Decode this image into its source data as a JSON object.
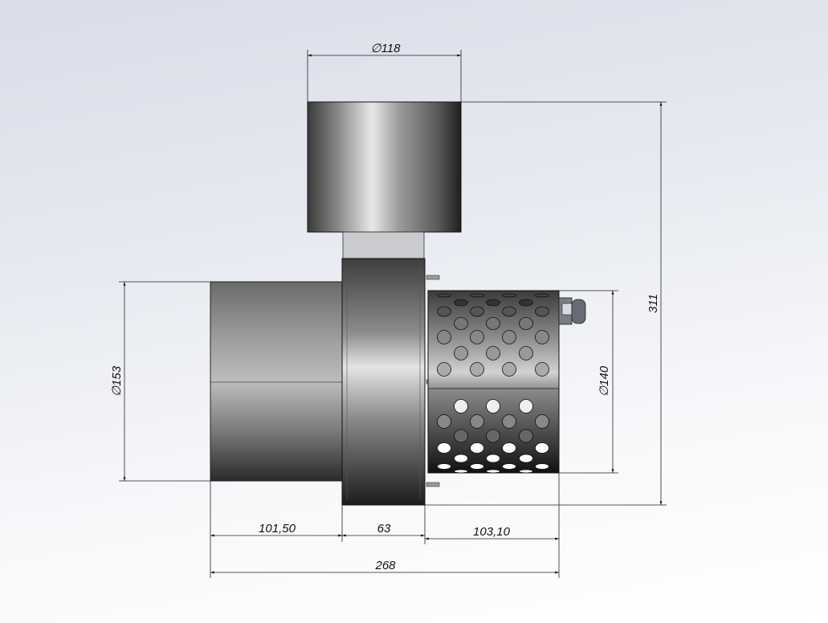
{
  "drawing": {
    "dimensions": {
      "top_diameter": "∅118",
      "total_height": "311",
      "left_diameter": "∅153",
      "right_diameter": "∅140",
      "left_length": "101,50",
      "middle_length": "63",
      "right_length": "103,10",
      "total_length": "268"
    }
  }
}
